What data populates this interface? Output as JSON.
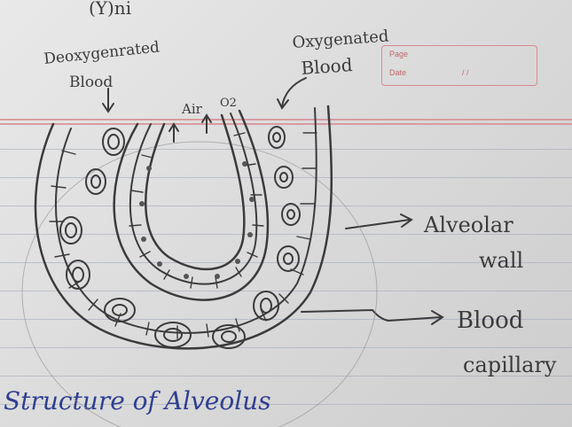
{
  "top_scribble": "(Y)ni",
  "labels": {
    "deoxy_line1": "Deoxygenrated",
    "deoxy_line2": "Blood",
    "oxy_line1": "Oxygenated",
    "oxy_line2": "Blood",
    "air": "Air",
    "o2": "O2",
    "alveolar_line1": "Alveolar",
    "alveolar_line2": "wall",
    "capillary_line1": "Blood",
    "capillary_line2": "capillary"
  },
  "caption": "Structure of Alveolus",
  "page_box": {
    "page_label": "Page",
    "date_label": "Date",
    "date_value": "/    /"
  },
  "colors": {
    "pencil": "#3b3b3b",
    "ink_blue": "#2f3f8f",
    "margin_red": "#d78b8f"
  }
}
